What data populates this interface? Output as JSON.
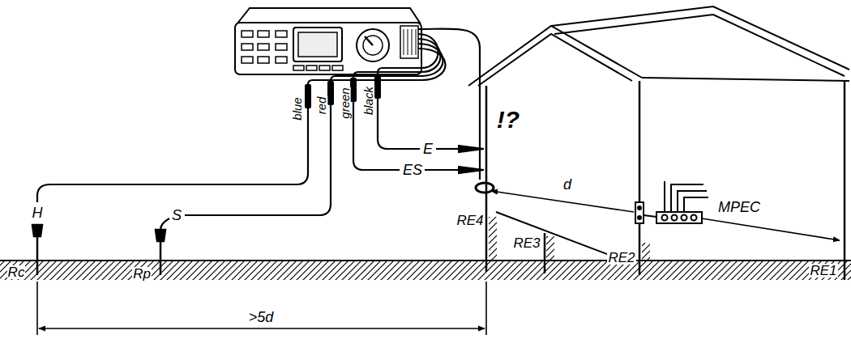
{
  "diagram": {
    "labels": [
      "blue",
      "red",
      "green",
      "black",
      "E",
      "ES",
      "H",
      "S",
      "!?",
      "RE4",
      "RE3",
      "RE2",
      "RE1",
      "d",
      "MPEC",
      "Rc",
      "Rp",
      ">5d"
    ]
  }
}
